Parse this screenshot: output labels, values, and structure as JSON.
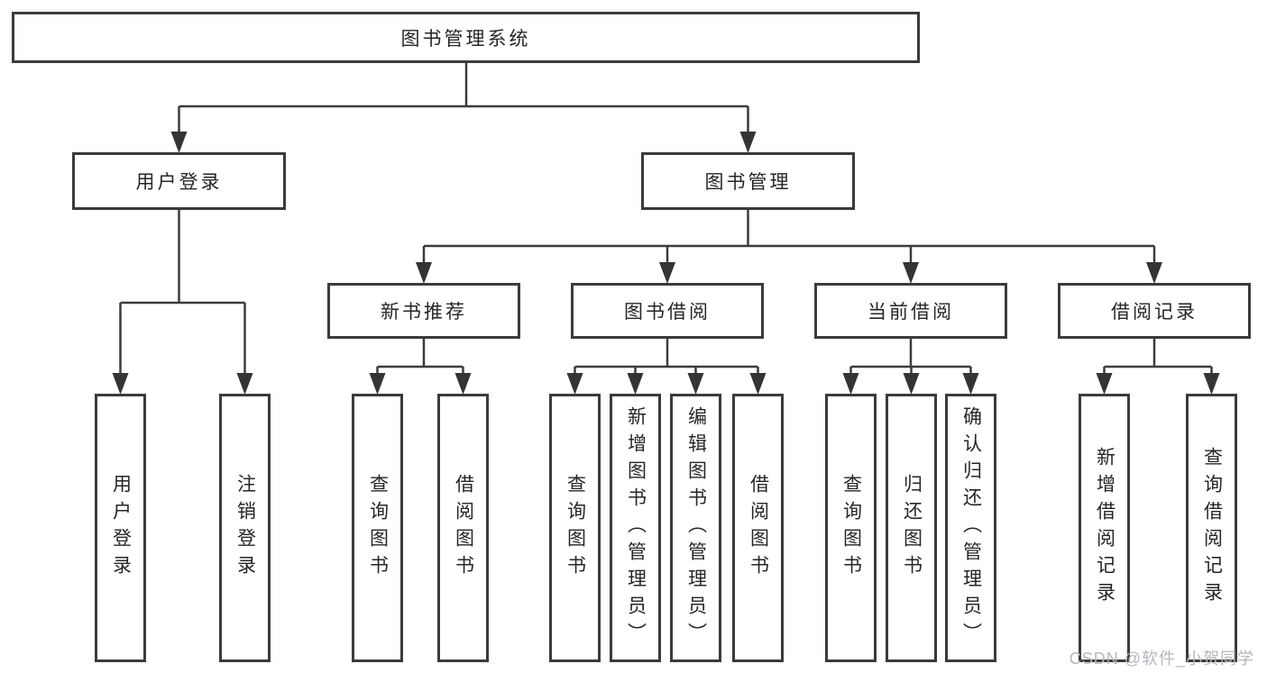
{
  "tree": {
    "label": "图书管理系统",
    "children": [
      {
        "label": "用户登录",
        "children": [
          {
            "label": "用户登录"
          },
          {
            "label": "注销登录"
          }
        ]
      },
      {
        "label": "图书管理",
        "children": [
          {
            "label": "新书推荐",
            "children": [
              {
                "label": "查询图书"
              },
              {
                "label": "借阅图书"
              }
            ]
          },
          {
            "label": "图书借阅",
            "children": [
              {
                "label": "查询图书"
              },
              {
                "label": "新增图书（管理员）"
              },
              {
                "label": "编辑图书（管理员）"
              },
              {
                "label": "借阅图书"
              }
            ]
          },
          {
            "label": "当前借阅",
            "children": [
              {
                "label": "查询图书"
              },
              {
                "label": "归还图书"
              },
              {
                "label": "确认归还（管理员）"
              }
            ]
          },
          {
            "label": "借阅记录",
            "children": [
              {
                "label": "新增借阅记录"
              },
              {
                "label": "查询借阅记录"
              }
            ]
          }
        ]
      }
    ]
  },
  "watermark": {
    "text": "CSDN @软件_小贺同学"
  },
  "colors": {
    "line": "#3b3b3b",
    "arrow": "#343434",
    "text": "#262626",
    "watermark": "#b3b7bd",
    "background": "#ffffff"
  }
}
